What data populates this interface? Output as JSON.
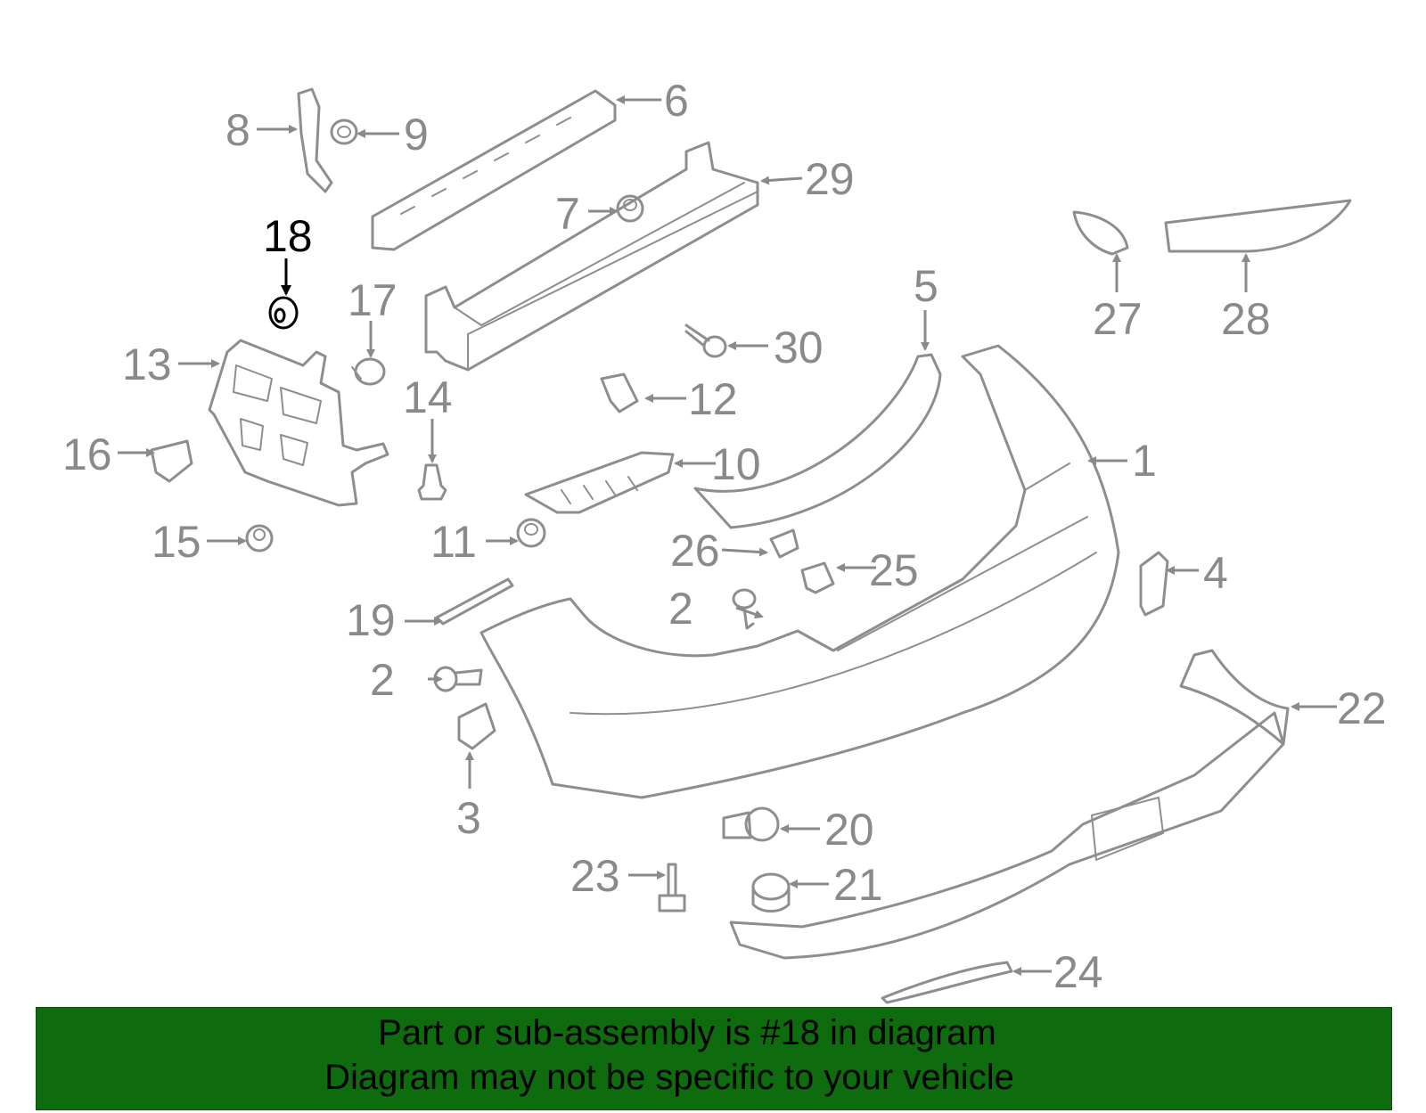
{
  "diagram": {
    "highlight_color": "#000000",
    "part_color": "#8e8e8e",
    "callouts": [
      {
        "id": "c1",
        "label": "1",
        "highlighted": false
      },
      {
        "id": "c2a",
        "label": "2",
        "highlighted": false
      },
      {
        "id": "c2b",
        "label": "2",
        "highlighted": false
      },
      {
        "id": "c3",
        "label": "3",
        "highlighted": false
      },
      {
        "id": "c4",
        "label": "4",
        "highlighted": false
      },
      {
        "id": "c5",
        "label": "5",
        "highlighted": false
      },
      {
        "id": "c6",
        "label": "6",
        "highlighted": false
      },
      {
        "id": "c7",
        "label": "7",
        "highlighted": false
      },
      {
        "id": "c8",
        "label": "8",
        "highlighted": false
      },
      {
        "id": "c9",
        "label": "9",
        "highlighted": false
      },
      {
        "id": "c10",
        "label": "10",
        "highlighted": false
      },
      {
        "id": "c11",
        "label": "11",
        "highlighted": false
      },
      {
        "id": "c12",
        "label": "12",
        "highlighted": false
      },
      {
        "id": "c13",
        "label": "13",
        "highlighted": false
      },
      {
        "id": "c14",
        "label": "14",
        "highlighted": false
      },
      {
        "id": "c15",
        "label": "15",
        "highlighted": false
      },
      {
        "id": "c16",
        "label": "16",
        "highlighted": false
      },
      {
        "id": "c17",
        "label": "17",
        "highlighted": false
      },
      {
        "id": "c18",
        "label": "18",
        "highlighted": true
      },
      {
        "id": "c19",
        "label": "19",
        "highlighted": false
      },
      {
        "id": "c20",
        "label": "20",
        "highlighted": false
      },
      {
        "id": "c21",
        "label": "21",
        "highlighted": false
      },
      {
        "id": "c22",
        "label": "22",
        "highlighted": false
      },
      {
        "id": "c23",
        "label": "23",
        "highlighted": false
      },
      {
        "id": "c24",
        "label": "24",
        "highlighted": false
      },
      {
        "id": "c25",
        "label": "25",
        "highlighted": false
      },
      {
        "id": "c26",
        "label": "26",
        "highlighted": false
      },
      {
        "id": "c27",
        "label": "27",
        "highlighted": false
      },
      {
        "id": "c28",
        "label": "28",
        "highlighted": false
      },
      {
        "id": "c29",
        "label": "29",
        "highlighted": false
      },
      {
        "id": "c30",
        "label": "30",
        "highlighted": false
      }
    ]
  },
  "banner": {
    "background": "#0e6b0e",
    "line1": "Part or sub-assembly is #18 in diagram",
    "line2": "Diagram may not be specific to your vehicle"
  }
}
